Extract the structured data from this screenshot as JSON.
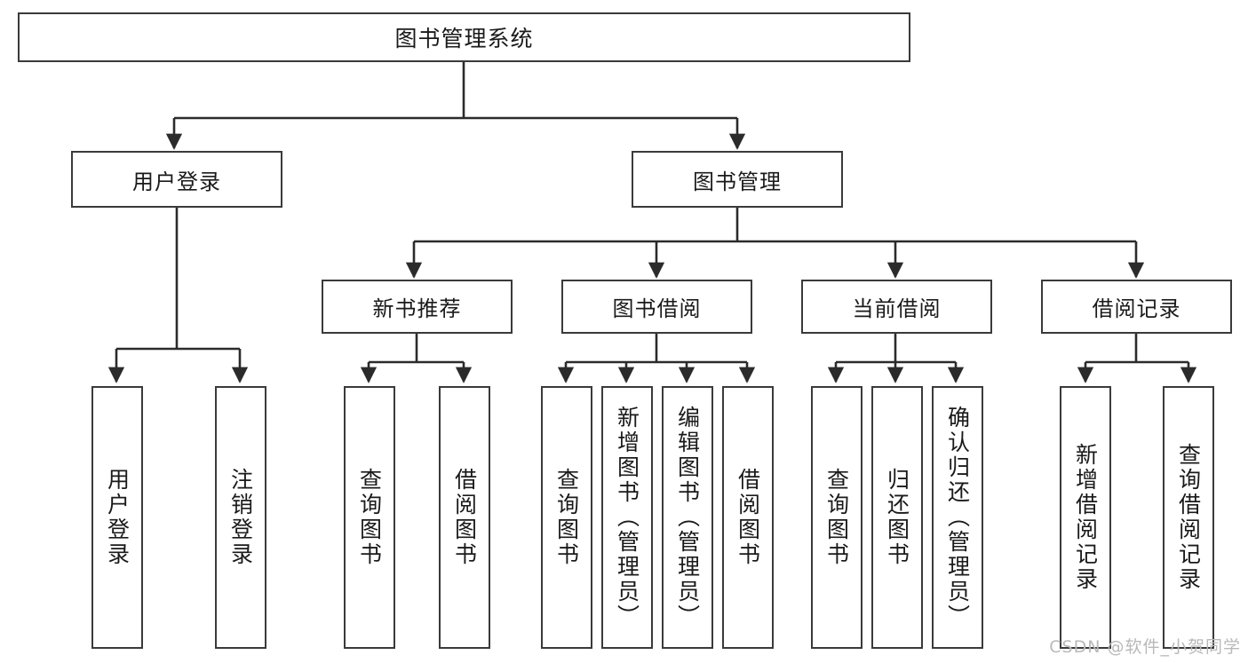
{
  "diagram": {
    "title": "图书管理系统",
    "type": "tree-hierarchy-diagram",
    "watermark": "CSDN @软件_小贺同学",
    "colors": {
      "box_border": "#3a3a3a",
      "box_fill": "#ffffff",
      "connector": "#2b2b2b",
      "text": "#1a1a1a",
      "watermark": "#b9b9b9",
      "background": "#ffffff"
    },
    "levels": {
      "root": {
        "label": "图书管理系统"
      },
      "level2": [
        {
          "label": "用户登录"
        },
        {
          "label": "图书管理"
        }
      ],
      "level3": [
        {
          "label": "新书推荐"
        },
        {
          "label": "图书借阅"
        },
        {
          "label": "当前借阅"
        },
        {
          "label": "借阅记录"
        }
      ],
      "leaves": {
        "user_login": [
          {
            "label": "用户登录"
          },
          {
            "label": "注销登录"
          }
        ],
        "new_book_recommend": [
          {
            "label": "查询图书"
          },
          {
            "label": "借阅图书"
          }
        ],
        "book_borrow": [
          {
            "label": "查询图书"
          },
          {
            "label": "新增图书（管理员）"
          },
          {
            "label": "编辑图书（管理员）"
          },
          {
            "label": "借阅图书"
          }
        ],
        "current_borrow": [
          {
            "label": "查询图书"
          },
          {
            "label": "归还图书"
          },
          {
            "label": "确认归还（管理员）"
          }
        ],
        "borrow_record": [
          {
            "label": "新增借阅记录"
          },
          {
            "label": "查询借阅记录"
          }
        ]
      }
    }
  }
}
